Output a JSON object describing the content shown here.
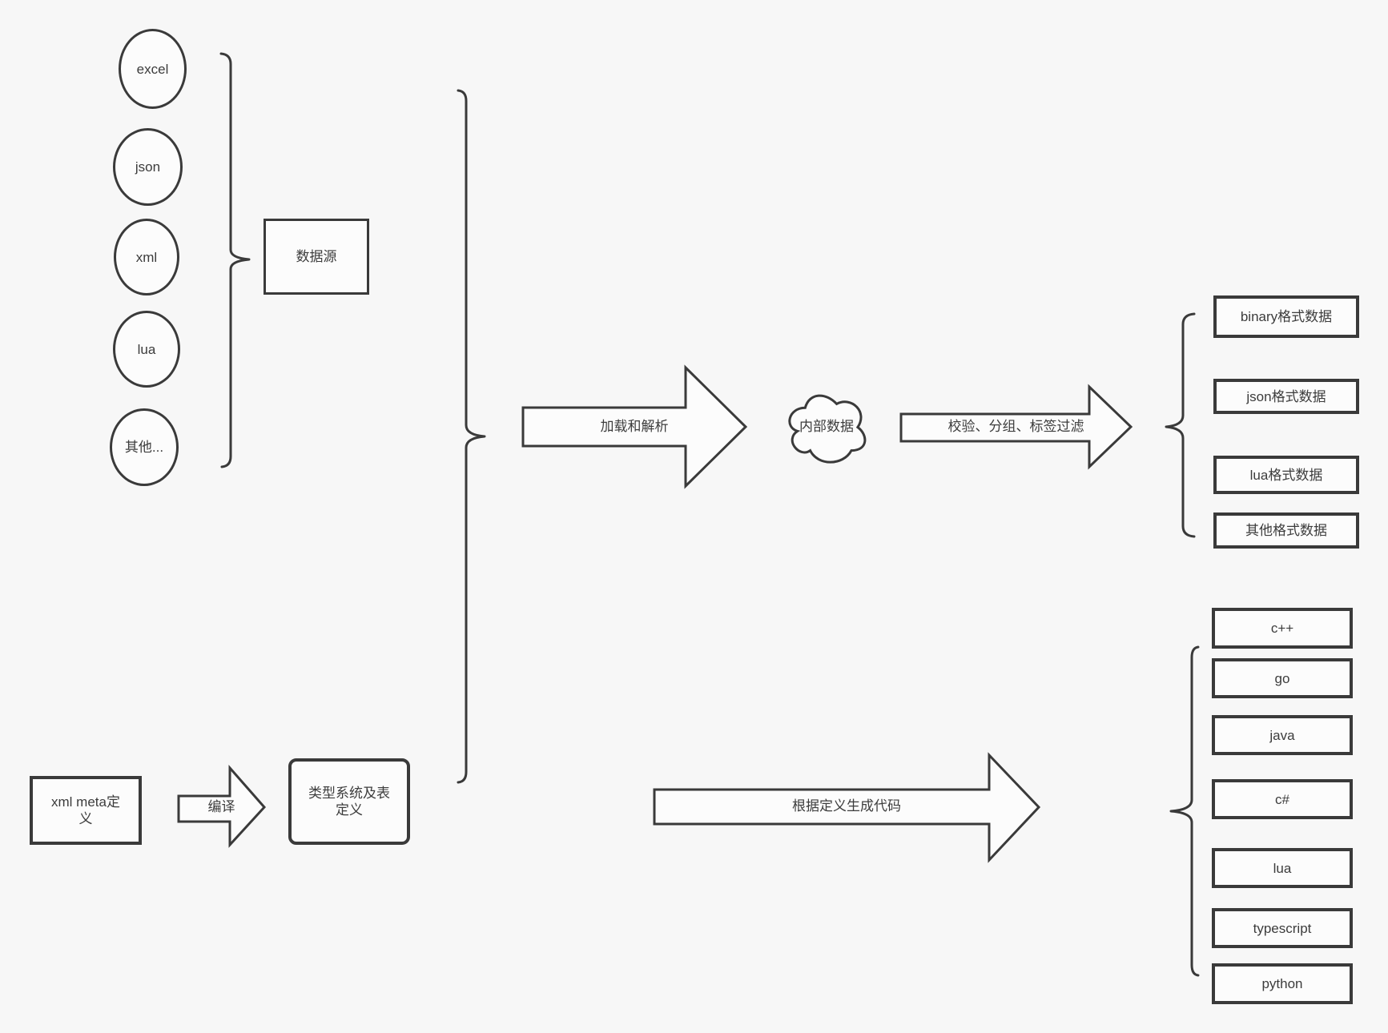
{
  "diagram": {
    "colors": {
      "background": "#f7f7f7",
      "stroke": "#3a3a3a",
      "shape_fill": "#fcfcfc",
      "text": "#3c3c3c"
    },
    "sources": {
      "group_label": "数据源",
      "items": [
        {
          "label": "excel"
        },
        {
          "label": "json"
        },
        {
          "label": "xml"
        },
        {
          "label": "lua"
        },
        {
          "label": "其他..."
        }
      ]
    },
    "definitions": {
      "xml_meta_label": "xml meta定义",
      "type_system_label": "类型系统及表定义"
    },
    "flow": {
      "compile_arrow_label": "编译",
      "load_parse_arrow_label": "加载和解析",
      "internal_data_label": "内部数据",
      "filter_arrow_label": "校验、分组、标签过滤",
      "generate_code_arrow_label": "根据定义生成代码"
    },
    "outputs": {
      "data_formats": [
        {
          "label": "binary格式数据"
        },
        {
          "label": "json格式数据"
        },
        {
          "label": "lua格式数据"
        },
        {
          "label": "其他格式数据"
        }
      ],
      "languages": [
        {
          "label": "c++"
        },
        {
          "label": "go"
        },
        {
          "label": "java"
        },
        {
          "label": "c#"
        },
        {
          "label": "lua"
        },
        {
          "label": "typescript"
        },
        {
          "label": "python"
        }
      ]
    }
  }
}
